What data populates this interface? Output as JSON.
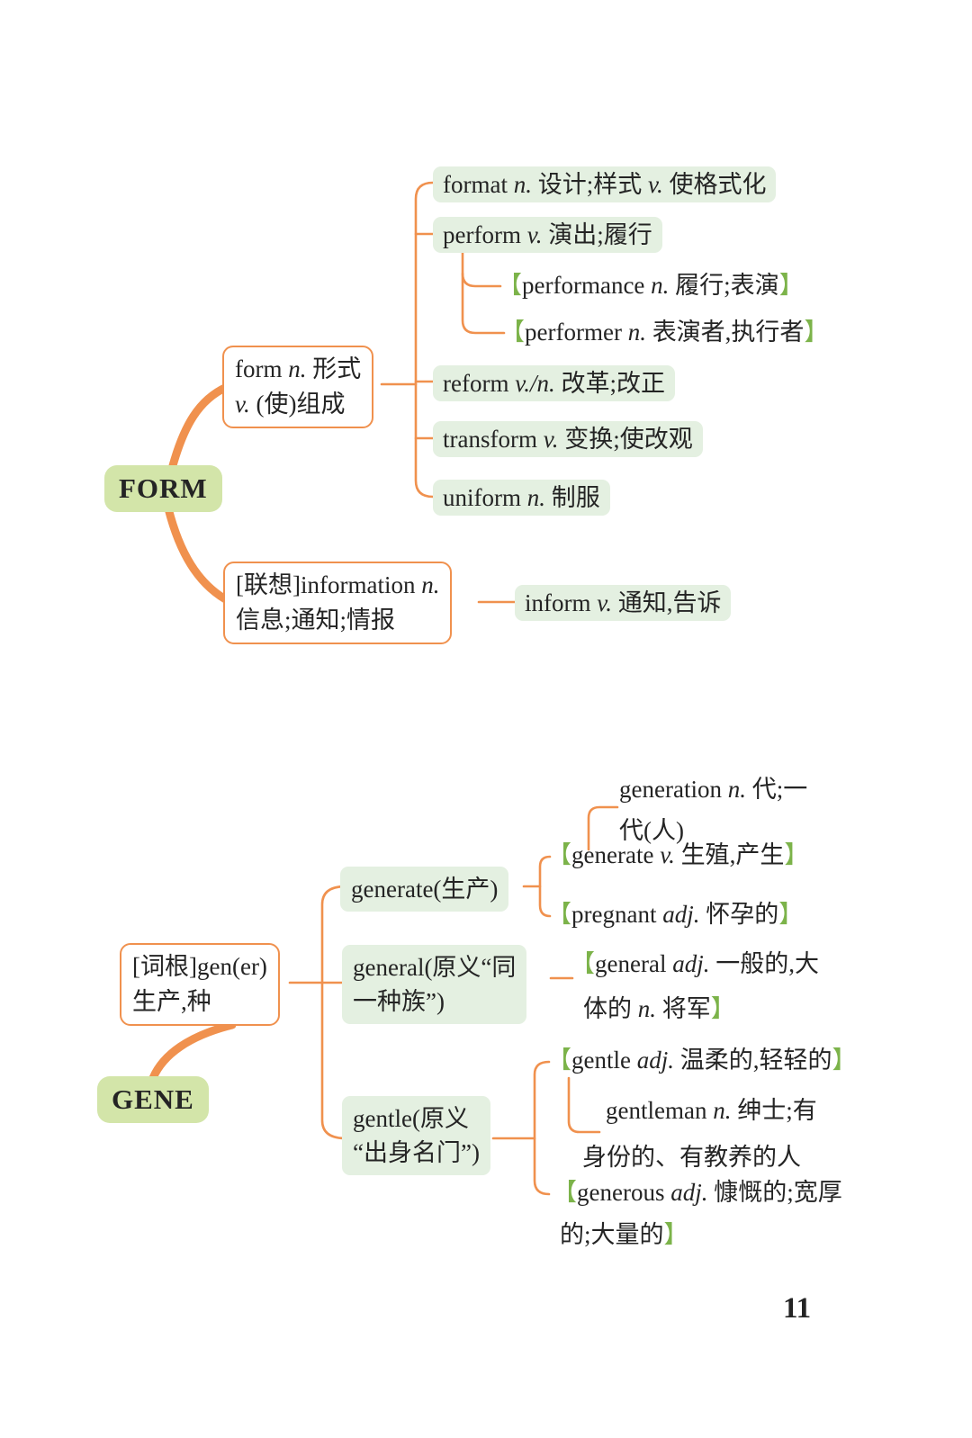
{
  "ui": {
    "bracket_open": "【",
    "bracket_close": "】",
    "page_number": "11",
    "colors": {
      "connector_orange": "#f0914e",
      "root_node_fill": "#d3e5a9",
      "entry_highlight_bg": "#e4f0e1",
      "bracket_green": "#7cb34a",
      "text": "#242424",
      "background": "#ffffff"
    }
  },
  "form_map": {
    "root_label": "FORM",
    "main_node": {
      "line1": [
        {
          "t": "form "
        },
        {
          "t": "n.",
          "i": true
        },
        {
          "t": " 形式"
        }
      ],
      "line2": [
        {
          "t": "v.",
          "i": true
        },
        {
          "t": " (使)组成"
        }
      ]
    },
    "children": [
      {
        "name": "format",
        "segments": [
          {
            "t": "format "
          },
          {
            "t": "n.",
            "i": true
          },
          {
            "t": " 设计;样式 "
          },
          {
            "t": "v.",
            "i": true
          },
          {
            "t": " 使格式化"
          }
        ]
      },
      {
        "name": "perform",
        "segments": [
          {
            "t": "perform "
          },
          {
            "t": "v.",
            "i": true
          },
          {
            "t": " 演出;履行"
          }
        ]
      },
      {
        "name": "performance",
        "segments": [
          {
            "t": "performance "
          },
          {
            "t": "n.",
            "i": true
          },
          {
            "t": " 履行;表演"
          }
        ]
      },
      {
        "name": "performer",
        "segments": [
          {
            "t": "performer "
          },
          {
            "t": "n.",
            "i": true
          },
          {
            "t": " 表演者,执行者"
          }
        ]
      },
      {
        "name": "reform",
        "segments": [
          {
            "t": "reform "
          },
          {
            "t": "v./n.",
            "i": true
          },
          {
            "t": " 改革;改正"
          }
        ]
      },
      {
        "name": "transform",
        "segments": [
          {
            "t": "transform "
          },
          {
            "t": "v.",
            "i": true
          },
          {
            "t": " 变换;使改观"
          }
        ]
      },
      {
        "name": "uniform",
        "segments": [
          {
            "t": "uniform "
          },
          {
            "t": "n.",
            "i": true
          },
          {
            "t": " 制服"
          }
        ]
      }
    ],
    "assoc_node": {
      "line1": [
        {
          "t": "[联想]information "
        },
        {
          "t": "n.",
          "i": true
        }
      ],
      "line2": [
        {
          "t": "信息;通知;情报"
        }
      ]
    },
    "assoc_child": {
      "segments": [
        {
          "t": "inform "
        },
        {
          "t": "v.",
          "i": true
        },
        {
          "t": " 通知,告诉"
        }
      ]
    }
  },
  "gene_map": {
    "root_label": "GENE",
    "main_node": {
      "line1": [
        {
          "t": "[词根]gen(er)"
        }
      ],
      "line2": [
        {
          "t": "生产,种"
        }
      ]
    },
    "generate_node": {
      "segments": [
        {
          "t": "generate(生产)"
        }
      ]
    },
    "generation": {
      "line1": [
        {
          "t": "generation "
        },
        {
          "t": "n.",
          "i": true
        },
        {
          "t": " 代;一"
        }
      ],
      "line2": [
        {
          "t": "代(人)"
        }
      ]
    },
    "generate_entry": {
      "segments": [
        {
          "t": "generate "
        },
        {
          "t": "v.",
          "i": true
        },
        {
          "t": " 生殖,产生"
        }
      ]
    },
    "pregnant_entry": {
      "segments": [
        {
          "t": "pregnant "
        },
        {
          "t": "adj.",
          "i": true
        },
        {
          "t": " 怀孕的"
        }
      ]
    },
    "general_node": {
      "line1": [
        {
          "t": "general(原义“同"
        }
      ],
      "line2": [
        {
          "t": "一种族”)"
        }
      ]
    },
    "general_entry": {
      "line1": [
        {
          "t": "general "
        },
        {
          "t": "adj.",
          "i": true
        },
        {
          "t": " 一般的,大"
        }
      ],
      "line2": [
        {
          "t": "体的 "
        },
        {
          "t": "n.",
          "i": true
        },
        {
          "t": " 将军"
        }
      ]
    },
    "gentle_node": {
      "line1": [
        {
          "t": "gentle(原义"
        }
      ],
      "line2": [
        {
          "t": "“出身名门”)"
        }
      ]
    },
    "gentle_entry": {
      "segments": [
        {
          "t": "gentle "
        },
        {
          "t": "adj.",
          "i": true
        },
        {
          "t": " 温柔的,轻轻的"
        }
      ]
    },
    "gentleman": {
      "line1": [
        {
          "t": "gentleman "
        },
        {
          "t": "n.",
          "i": true
        },
        {
          "t": " 绅士;有"
        }
      ],
      "line2": [
        {
          "t": "身份的、有教养的人"
        }
      ]
    },
    "generous_entry": {
      "line1": [
        {
          "t": "generous "
        },
        {
          "t": "adj.",
          "i": true
        },
        {
          "t": " 慷慨的;宽厚"
        }
      ],
      "line2": [
        {
          "t": "的;大量的"
        }
      ]
    }
  }
}
